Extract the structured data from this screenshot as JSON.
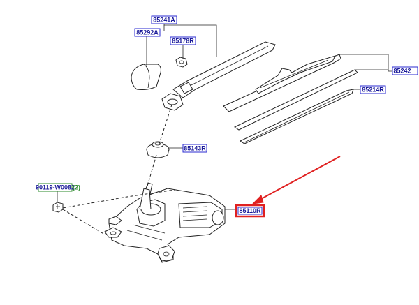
{
  "callouts": {
    "arm": "85241A",
    "cap": "85292A",
    "nut": "85178R",
    "blade_assembly": "85242",
    "blade_insert": "85214R",
    "grommet": "85143R",
    "bolt": "90119-W0082",
    "bolt_qty": "(2)",
    "motor": "85110R"
  },
  "highlight": {
    "target": "motor",
    "arrow_color": "#e02020",
    "box_color": "#e02020"
  },
  "colors": {
    "label_text": "#1a1a99",
    "label_border": "#2a2ad0",
    "qty_text": "#2a8a2a",
    "line_art": "#222222"
  }
}
